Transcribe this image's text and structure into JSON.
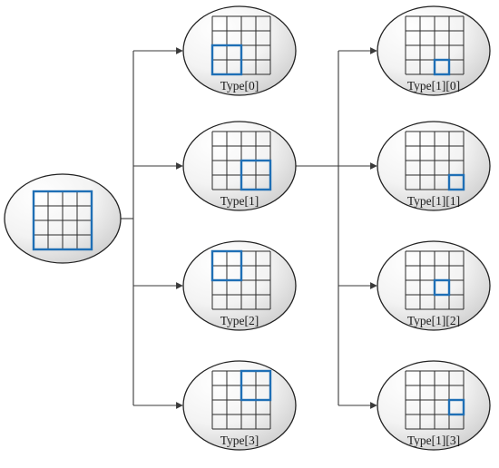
{
  "colors": {
    "highlight": "#1f6fb5",
    "grid": "#2b2b2b",
    "connector": "#3a3a3a",
    "node_fill_light": "#ffffff",
    "node_fill_dark": "#cfcfcf"
  },
  "root": {
    "grid_rows": 4,
    "grid_cols": 4,
    "highlight": {
      "row": 0,
      "col": 0,
      "rows": 4,
      "cols": 4
    }
  },
  "level1": [
    {
      "label": "Type[0]",
      "grid_rows": 4,
      "grid_cols": 4,
      "highlight": {
        "row": 2,
        "col": 0,
        "rows": 2,
        "cols": 2
      }
    },
    {
      "label": "Type[1]",
      "grid_rows": 4,
      "grid_cols": 4,
      "highlight": {
        "row": 2,
        "col": 2,
        "rows": 2,
        "cols": 2
      }
    },
    {
      "label": "Type[2]",
      "grid_rows": 4,
      "grid_cols": 4,
      "highlight": {
        "row": 0,
        "col": 0,
        "rows": 2,
        "cols": 2
      }
    },
    {
      "label": "Type[3]",
      "grid_rows": 4,
      "grid_cols": 4,
      "highlight": {
        "row": 0,
        "col": 2,
        "rows": 2,
        "cols": 2
      }
    }
  ],
  "level2": [
    {
      "label": "Type[1][0]",
      "grid_rows": 4,
      "grid_cols": 4,
      "highlight": {
        "row": 3,
        "col": 2,
        "rows": 1,
        "cols": 1
      }
    },
    {
      "label": "Type[1][1]",
      "grid_rows": 4,
      "grid_cols": 4,
      "highlight": {
        "row": 3,
        "col": 3,
        "rows": 1,
        "cols": 1
      }
    },
    {
      "label": "Type[1][2]",
      "grid_rows": 4,
      "grid_cols": 4,
      "highlight": {
        "row": 2,
        "col": 2,
        "rows": 1,
        "cols": 1
      }
    },
    {
      "label": "Type[1][3]",
      "grid_rows": 4,
      "grid_cols": 4,
      "highlight": {
        "row": 2,
        "col": 3,
        "rows": 1,
        "cols": 1
      }
    }
  ]
}
